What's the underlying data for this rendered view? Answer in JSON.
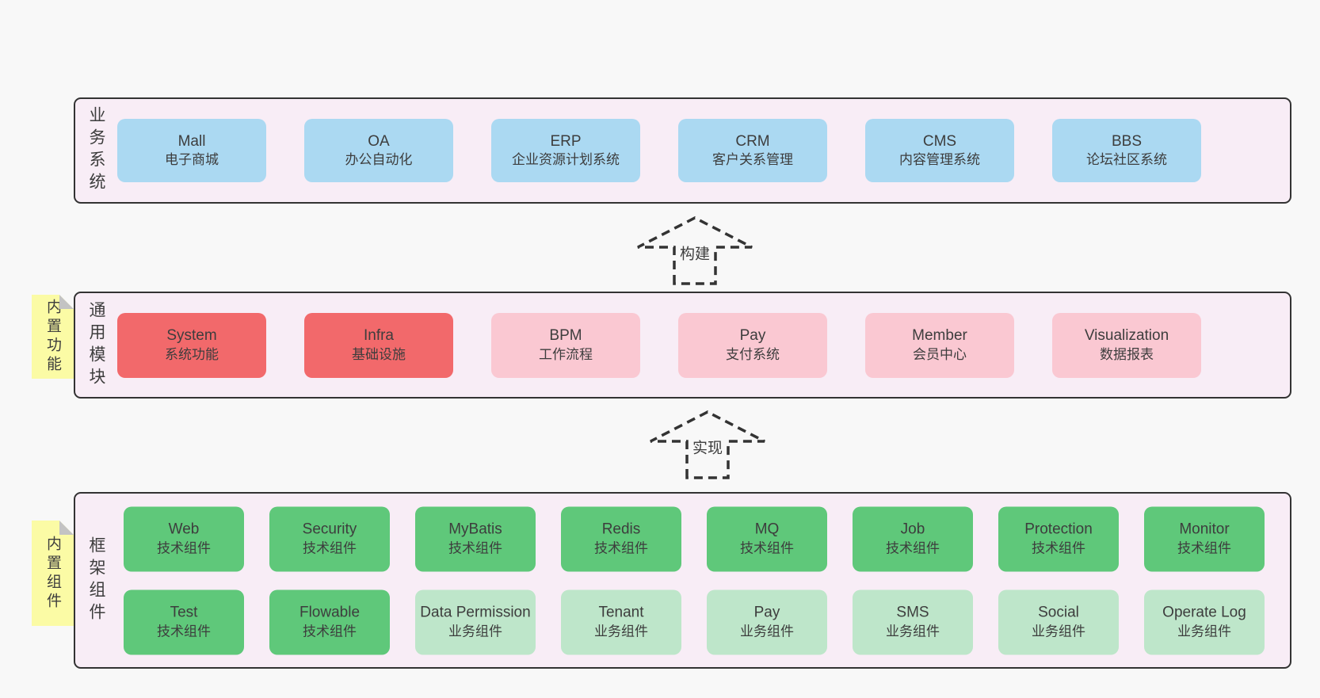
{
  "colors": {
    "page_bg": "#f8f8f8",
    "band_bg": "#f8edf6",
    "band_border": "#333333",
    "text": "#3d3d3d",
    "arrow": "#333333",
    "blue": "#abd9f2",
    "red": "#f2696b",
    "pink": "#fac8d2",
    "green": "#5fc87a",
    "light_green": "#bee6ca",
    "sticky_yellow": "#fbfba5",
    "sticky_fold": "#c3c3c3"
  },
  "arrows": [
    {
      "label": "构建"
    },
    {
      "label": "实现"
    }
  ],
  "bands": [
    {
      "label": "业务系统",
      "rows": [
        [
          {
            "title": "Mall",
            "subtitle": "电子商城",
            "color": "blue"
          },
          {
            "title": "OA",
            "subtitle": "办公自动化",
            "color": "blue"
          },
          {
            "title": "ERP",
            "subtitle": "企业资源计划系统",
            "color": "blue"
          },
          {
            "title": "CRM",
            "subtitle": "客户关系管理",
            "color": "blue"
          },
          {
            "title": "CMS",
            "subtitle": "内容管理系统",
            "color": "blue"
          },
          {
            "title": "BBS",
            "subtitle": "论坛社区系统",
            "color": "blue"
          }
        ]
      ]
    },
    {
      "label": "通用模块",
      "sticky": "内置功能",
      "rows": [
        [
          {
            "title": "System",
            "subtitle": "系统功能",
            "color": "red"
          },
          {
            "title": "Infra",
            "subtitle": "基础设施",
            "color": "red"
          },
          {
            "title": "BPM",
            "subtitle": "工作流程",
            "color": "pink"
          },
          {
            "title": "Pay",
            "subtitle": "支付系统",
            "color": "pink"
          },
          {
            "title": "Member",
            "subtitle": "会员中心",
            "color": "pink"
          },
          {
            "title": "Visualization",
            "subtitle": "数据报表",
            "color": "pink"
          }
        ]
      ]
    },
    {
      "label": "框架组件",
      "sticky": "内置组件",
      "rows": [
        [
          {
            "title": "Web",
            "subtitle": "技术组件",
            "color": "green"
          },
          {
            "title": "Security",
            "subtitle": "技术组件",
            "color": "green"
          },
          {
            "title": "MyBatis",
            "subtitle": "技术组件",
            "color": "green"
          },
          {
            "title": "Redis",
            "subtitle": "技术组件",
            "color": "green"
          },
          {
            "title": "MQ",
            "subtitle": "技术组件",
            "color": "green"
          },
          {
            "title": "Job",
            "subtitle": "技术组件",
            "color": "green"
          },
          {
            "title": "Protection",
            "subtitle": "技术组件",
            "color": "green"
          },
          {
            "title": "Monitor",
            "subtitle": "技术组件",
            "color": "green"
          }
        ],
        [
          {
            "title": "Test",
            "subtitle": "技术组件",
            "color": "green"
          },
          {
            "title": "Flowable",
            "subtitle": "技术组件",
            "color": "green"
          },
          {
            "title": "Data Permission",
            "subtitle": "业务组件",
            "color": "light_green"
          },
          {
            "title": "Tenant",
            "subtitle": "业务组件",
            "color": "light_green"
          },
          {
            "title": "Pay",
            "subtitle": "业务组件",
            "color": "light_green"
          },
          {
            "title": "SMS",
            "subtitle": "业务组件",
            "color": "light_green"
          },
          {
            "title": "Social",
            "subtitle": "业务组件",
            "color": "light_green"
          },
          {
            "title": "Operate Log",
            "subtitle": "业务组件",
            "color": "light_green"
          }
        ]
      ]
    }
  ]
}
